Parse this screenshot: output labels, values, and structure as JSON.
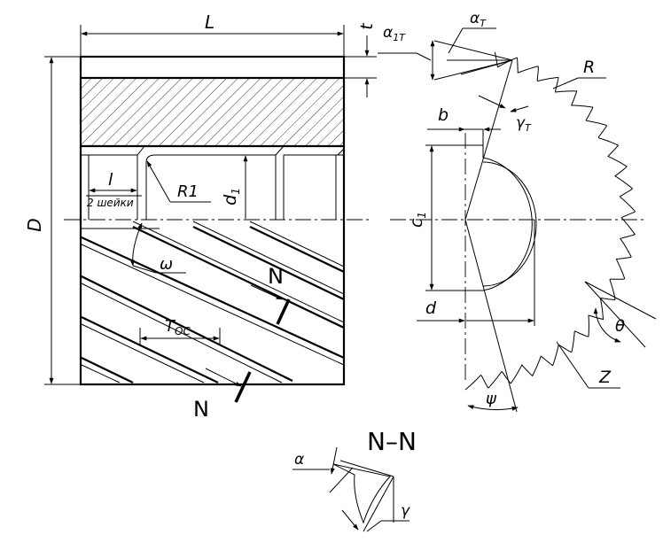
{
  "labels": {
    "L": "L",
    "t": "t",
    "D": "D",
    "l": "l",
    "neck_note": "2 шейки",
    "R1": "R1",
    "d1": "d",
    "d1_sub": "1",
    "omega": "ω",
    "N_upper": "N",
    "N_lower": "N",
    "T_os": "T",
    "T_os_sub": "ОС",
    "alpha_1T": "α",
    "alpha_1T_sub": "1T",
    "alpha_T": "α",
    "alpha_T_sub": "T",
    "R": "R",
    "b": "b",
    "gamma_T": "γ",
    "gamma_T_sub": "T",
    "c1": "c",
    "c1_sub": "1",
    "d": "d",
    "theta": "θ",
    "Z": "Z",
    "psi": "ψ",
    "section_title": "N–N",
    "alpha": "α",
    "gamma": "γ"
  },
  "colors": {
    "line": "#000000",
    "background": "#ffffff"
  }
}
